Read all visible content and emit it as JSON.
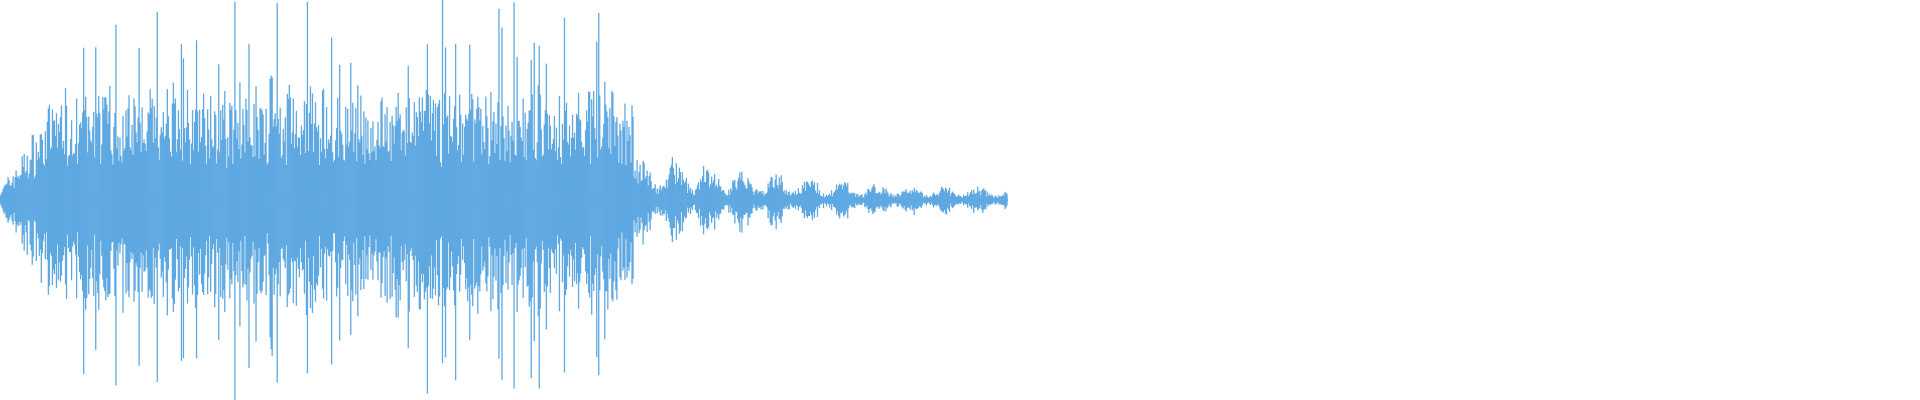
{
  "waveform": {
    "color": "#5fa8e1",
    "background": "#ffffff",
    "samples": 1000,
    "sound_fraction": 0.525,
    "envelope": {
      "attack_fraction": 0.03,
      "body_fraction": 0.3,
      "decay_fraction": 0.195
    },
    "peak_amplitude": 0.97,
    "body_amplitude": 0.55,
    "tail_amplitude": 0.06,
    "seed": 7
  }
}
